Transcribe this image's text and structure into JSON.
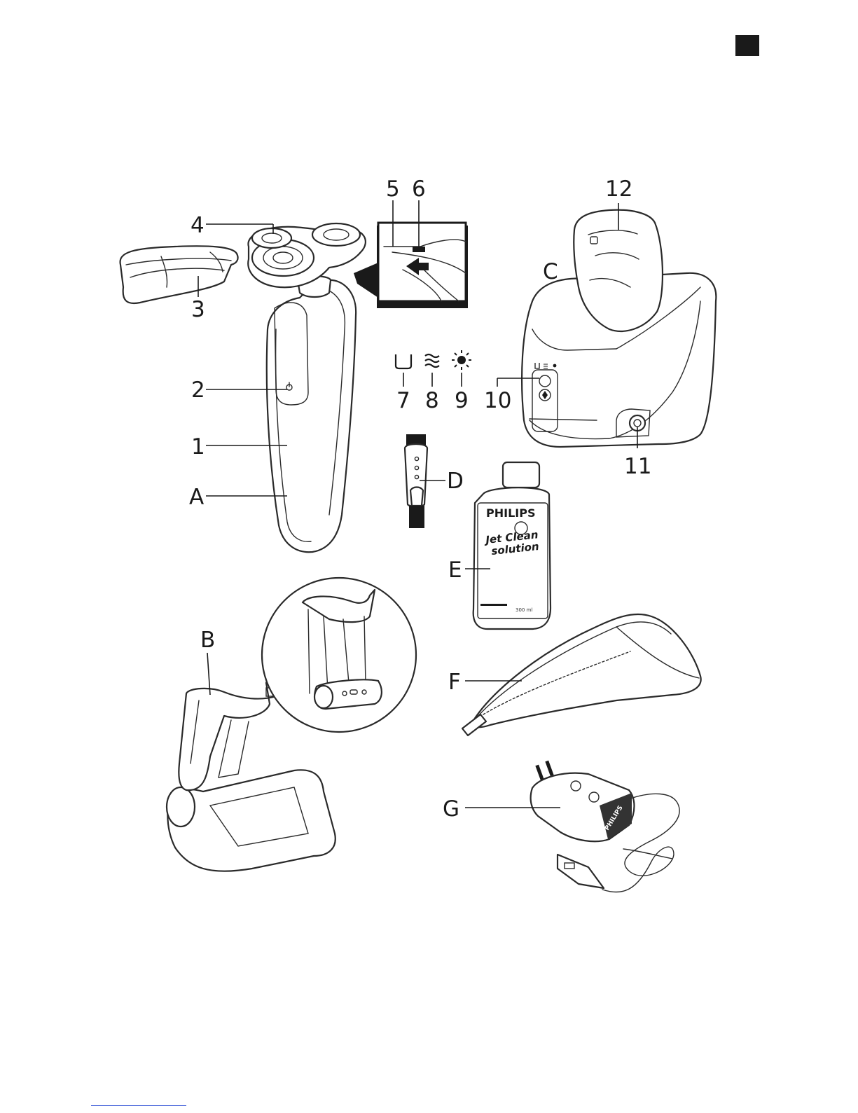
{
  "colors": {
    "ink": "#1a1a1a",
    "paper": "#ffffff",
    "link": "#3a5ad8"
  },
  "labels": {
    "n1": "1",
    "n2": "2",
    "n3": "3",
    "n4": "4",
    "n5": "5",
    "n6": "6",
    "n7": "7",
    "n8": "8",
    "n9": "9",
    "n10": "10",
    "n11": "11",
    "n12": "12",
    "A": "A",
    "B": "B",
    "C": "C",
    "D": "D",
    "E": "E",
    "F": "F",
    "G": "G"
  },
  "bottle": {
    "brand": "PHILIPS",
    "line1": "Jet Clean",
    "line2": "solution",
    "volume": "300 ml"
  },
  "charger": {
    "brand": "PHILIPS"
  },
  "icons": {
    "symbol_7": "cartridge-icon",
    "symbol_8": "waves-icon",
    "symbol_9": "sun-icon",
    "power": "power-icon",
    "corner": "square-marker-icon"
  }
}
